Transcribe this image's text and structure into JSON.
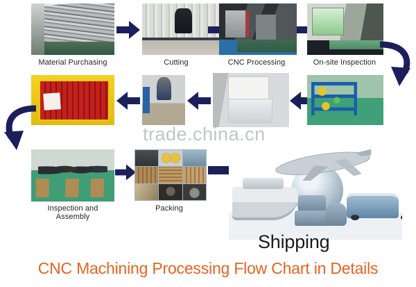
{
  "page": {
    "bottom_title": "CNC Machining Processing Flow Chart in Details",
    "bottom_title_color": "#e8621f",
    "watermark": "trade.china.cn",
    "background_color": "#ffffff",
    "arrow_color": "#1b1f5c"
  },
  "flow": {
    "row1": [
      {
        "id": "material-purchasing",
        "label": "Material Purchasing",
        "photo": "stacked-steel-plates-on-pallets"
      },
      {
        "id": "cutting",
        "label": "Cutting",
        "photo": "worker-cutting-bar-stock-in-workshop"
      },
      {
        "id": "cnc-processing",
        "label": "CNC Processing",
        "photo": "cnc-machining-centers-in-shop"
      },
      {
        "id": "on-site-inspection",
        "label": "On-site Inspection",
        "photo": "staff-inspecting-at-green-screen-desk"
      }
    ],
    "row2": [
      {
        "id": "crate-of-red-parts",
        "label": "",
        "photo": "yellow-crate-filled-with-red-plastic-parts"
      },
      {
        "id": "overhead-hoist-handling",
        "label": "",
        "photo": "worker-using-overhead-hoist"
      },
      {
        "id": "small-parts-on-paper",
        "label": "",
        "photo": "small-machined-parts-laid-on-paper"
      },
      {
        "id": "blue-storage-racks",
        "label": "",
        "photo": "blue-storage-racks-on-green-floor"
      }
    ],
    "row3": [
      {
        "id": "inspection-and-assembly",
        "label": "Inspection and Assembly",
        "photo": "workers-inspecting-and-assembling-at-benches"
      },
      {
        "id": "packing",
        "label": "Packing",
        "photo": "collage-of-cartons-and-packed-goods"
      },
      {
        "id": "shipping",
        "label": "Shipping",
        "photo": "airplane-ship-bus-globe-and-luggage-montage"
      }
    ]
  },
  "arrows": {
    "a1": "arrow-right-material-to-cutting",
    "a2": "arrow-right-cutting-to-cnc",
    "a3": "arrow-right-cnc-to-onsite",
    "a4": "arrow-curve-down-onsite-to-racks",
    "a5": "arrow-left-racks-to-parts",
    "a6": "arrow-left-parts-to-hoist",
    "a7": "arrow-left-hoist-to-crate",
    "a8": "arrow-curve-down-crate-to-assembly",
    "a9": "arrow-right-assembly-to-packing",
    "a10": "arrow-right-packing-to-shipping"
  }
}
